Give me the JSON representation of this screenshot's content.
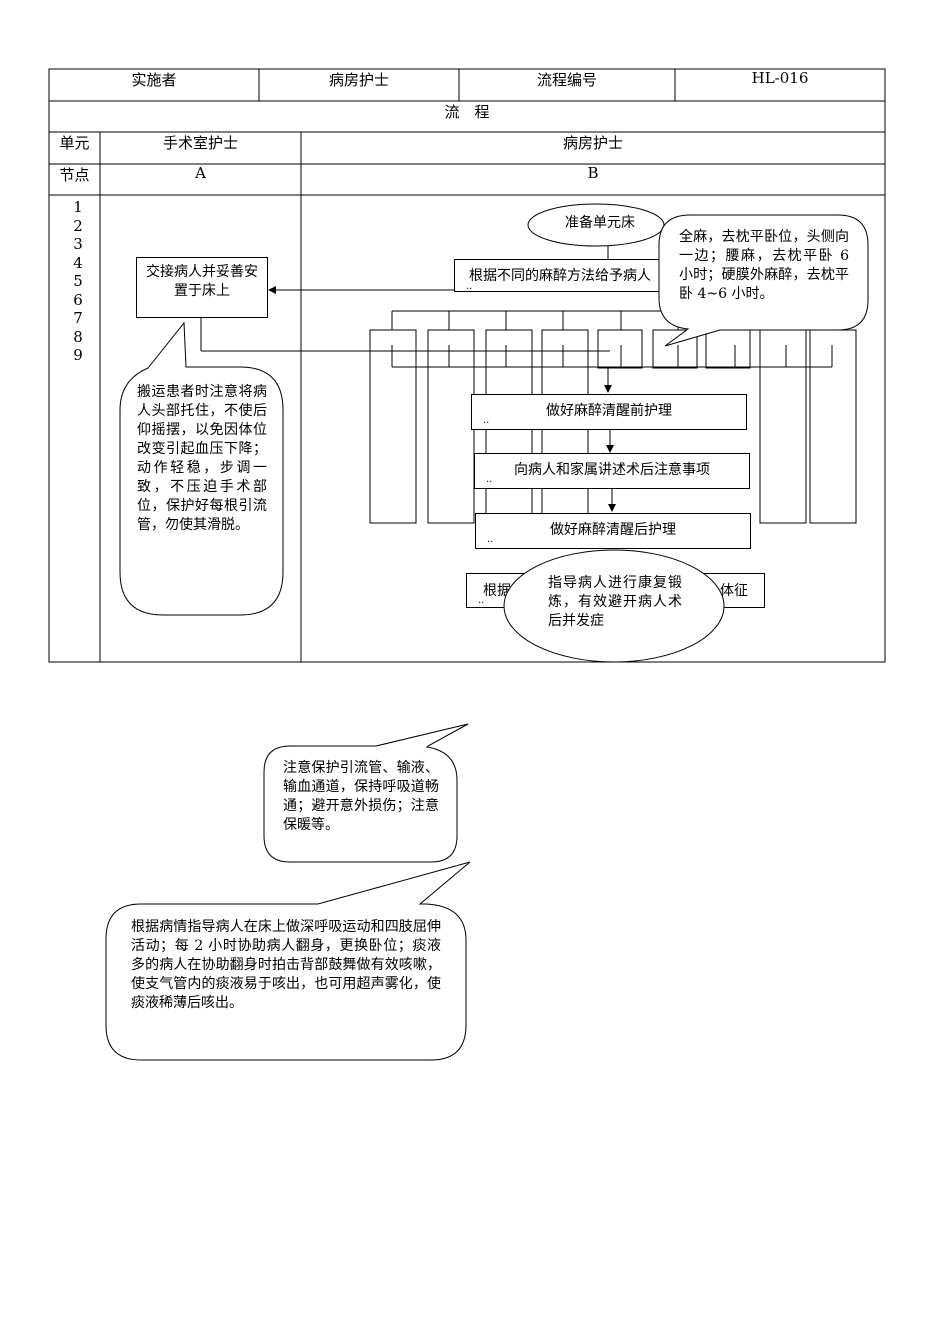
{
  "header": {
    "implementer_label": "实施者",
    "implementer_value": "病房护士",
    "process_no_label": "流程编号",
    "process_no_value": "HL-016"
  },
  "flow_title": "流　程",
  "unit_row": {
    "label": "单元",
    "col_a": "手术室护士",
    "col_b": "病房护士"
  },
  "node_row": {
    "label": "节点",
    "col_a": "A",
    "col_b": "B"
  },
  "node_numbers": [
    "1",
    "2",
    "3",
    "4",
    "5",
    "6",
    "7",
    "8",
    "9"
  ],
  "flow": {
    "start": "准备单元床",
    "step_receive": "交接病人并妥善安置于床上",
    "step_position": "根据不同的麻醉方法给予病人",
    "step_pre_wake": "做好麻醉清醒前护理",
    "step_explain": "向病人和家属讲述术后注意事项",
    "step_post_wake": "做好麻醉清醒后护理",
    "step_vitals_left": "根据",
    "step_vitals_right": "体征",
    "dots": ".."
  },
  "callouts": {
    "anesthesia": "全麻，去枕平卧位，头侧向一边；腰麻，去枕平卧 6 小时；硬膜外麻醉，去枕平卧 4~6 小时。",
    "transport": "搬运患者时注意将病人头部托住，不使后仰摇摆，以免因体位改变引起血压下降；动作轻稳，步调一致，不压迫手术部位，保护好每根引流管，勿使其滑脱。",
    "rehab": "指导病人进行康复锻炼，有效避开病人术后并发症",
    "protect": "注意保护引流管、输液、输血通道，保持呼吸道畅通；避开意外损伤；注意保暖等。",
    "breathing": "根据病情指导病人在床上做深呼吸运动和四肢屈伸活动；每 2 小时协助病人翻身，更换卧位；痰液多的病人在协助翻身时拍击背部鼓舞做有效咳嗽，使支气管内的痰液易于咳出，也可用超声雾化，使痰液稀薄后咳出。"
  }
}
